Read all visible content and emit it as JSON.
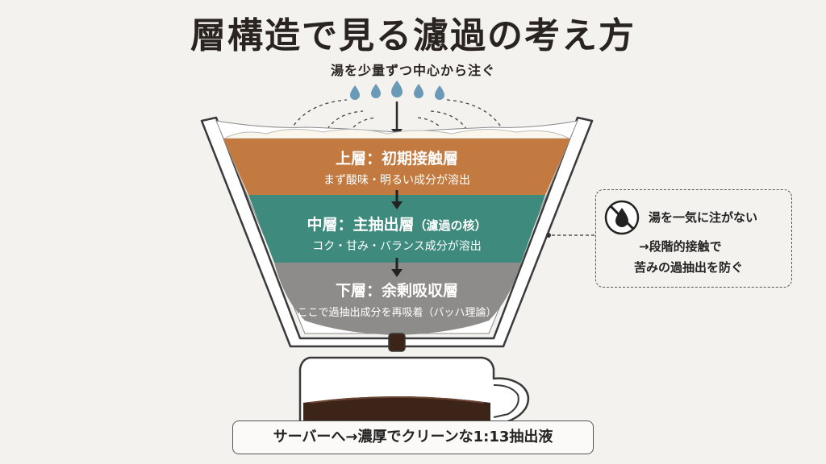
{
  "title": "層構造で見る濾過の考え方",
  "subtitle": "湯を少量ずつ中心から注ぐ",
  "layers": [
    {
      "title": "上層：初期接触層",
      "title_suffix": "",
      "desc": "まず酸味・明るい成分が溶出",
      "color": "#c27a40"
    },
    {
      "title": "中層：主抽出層",
      "title_suffix": "（濾過の核）",
      "desc": "コク・甘み・バランス成分が溶出",
      "color": "#3e8a7d"
    },
    {
      "title": "下層：余剰吸収層",
      "title_suffix": "",
      "desc": "ここで過抽出成分を再吸着（バッハ理論）",
      "color": "#8e8c8a"
    }
  ],
  "note": {
    "icon": "no-pour-icon",
    "line1": "湯を一気に注がない",
    "line2": "→段階的接触で",
    "line3": "苦みの過抽出を防ぐ"
  },
  "bottom_label": "サーバーへ→濃厚でクリーンな1:13抽出液",
  "colors": {
    "water_drop": "#6a9ab8",
    "coffee": "#3d2418",
    "outline": "#3a3a3a"
  }
}
